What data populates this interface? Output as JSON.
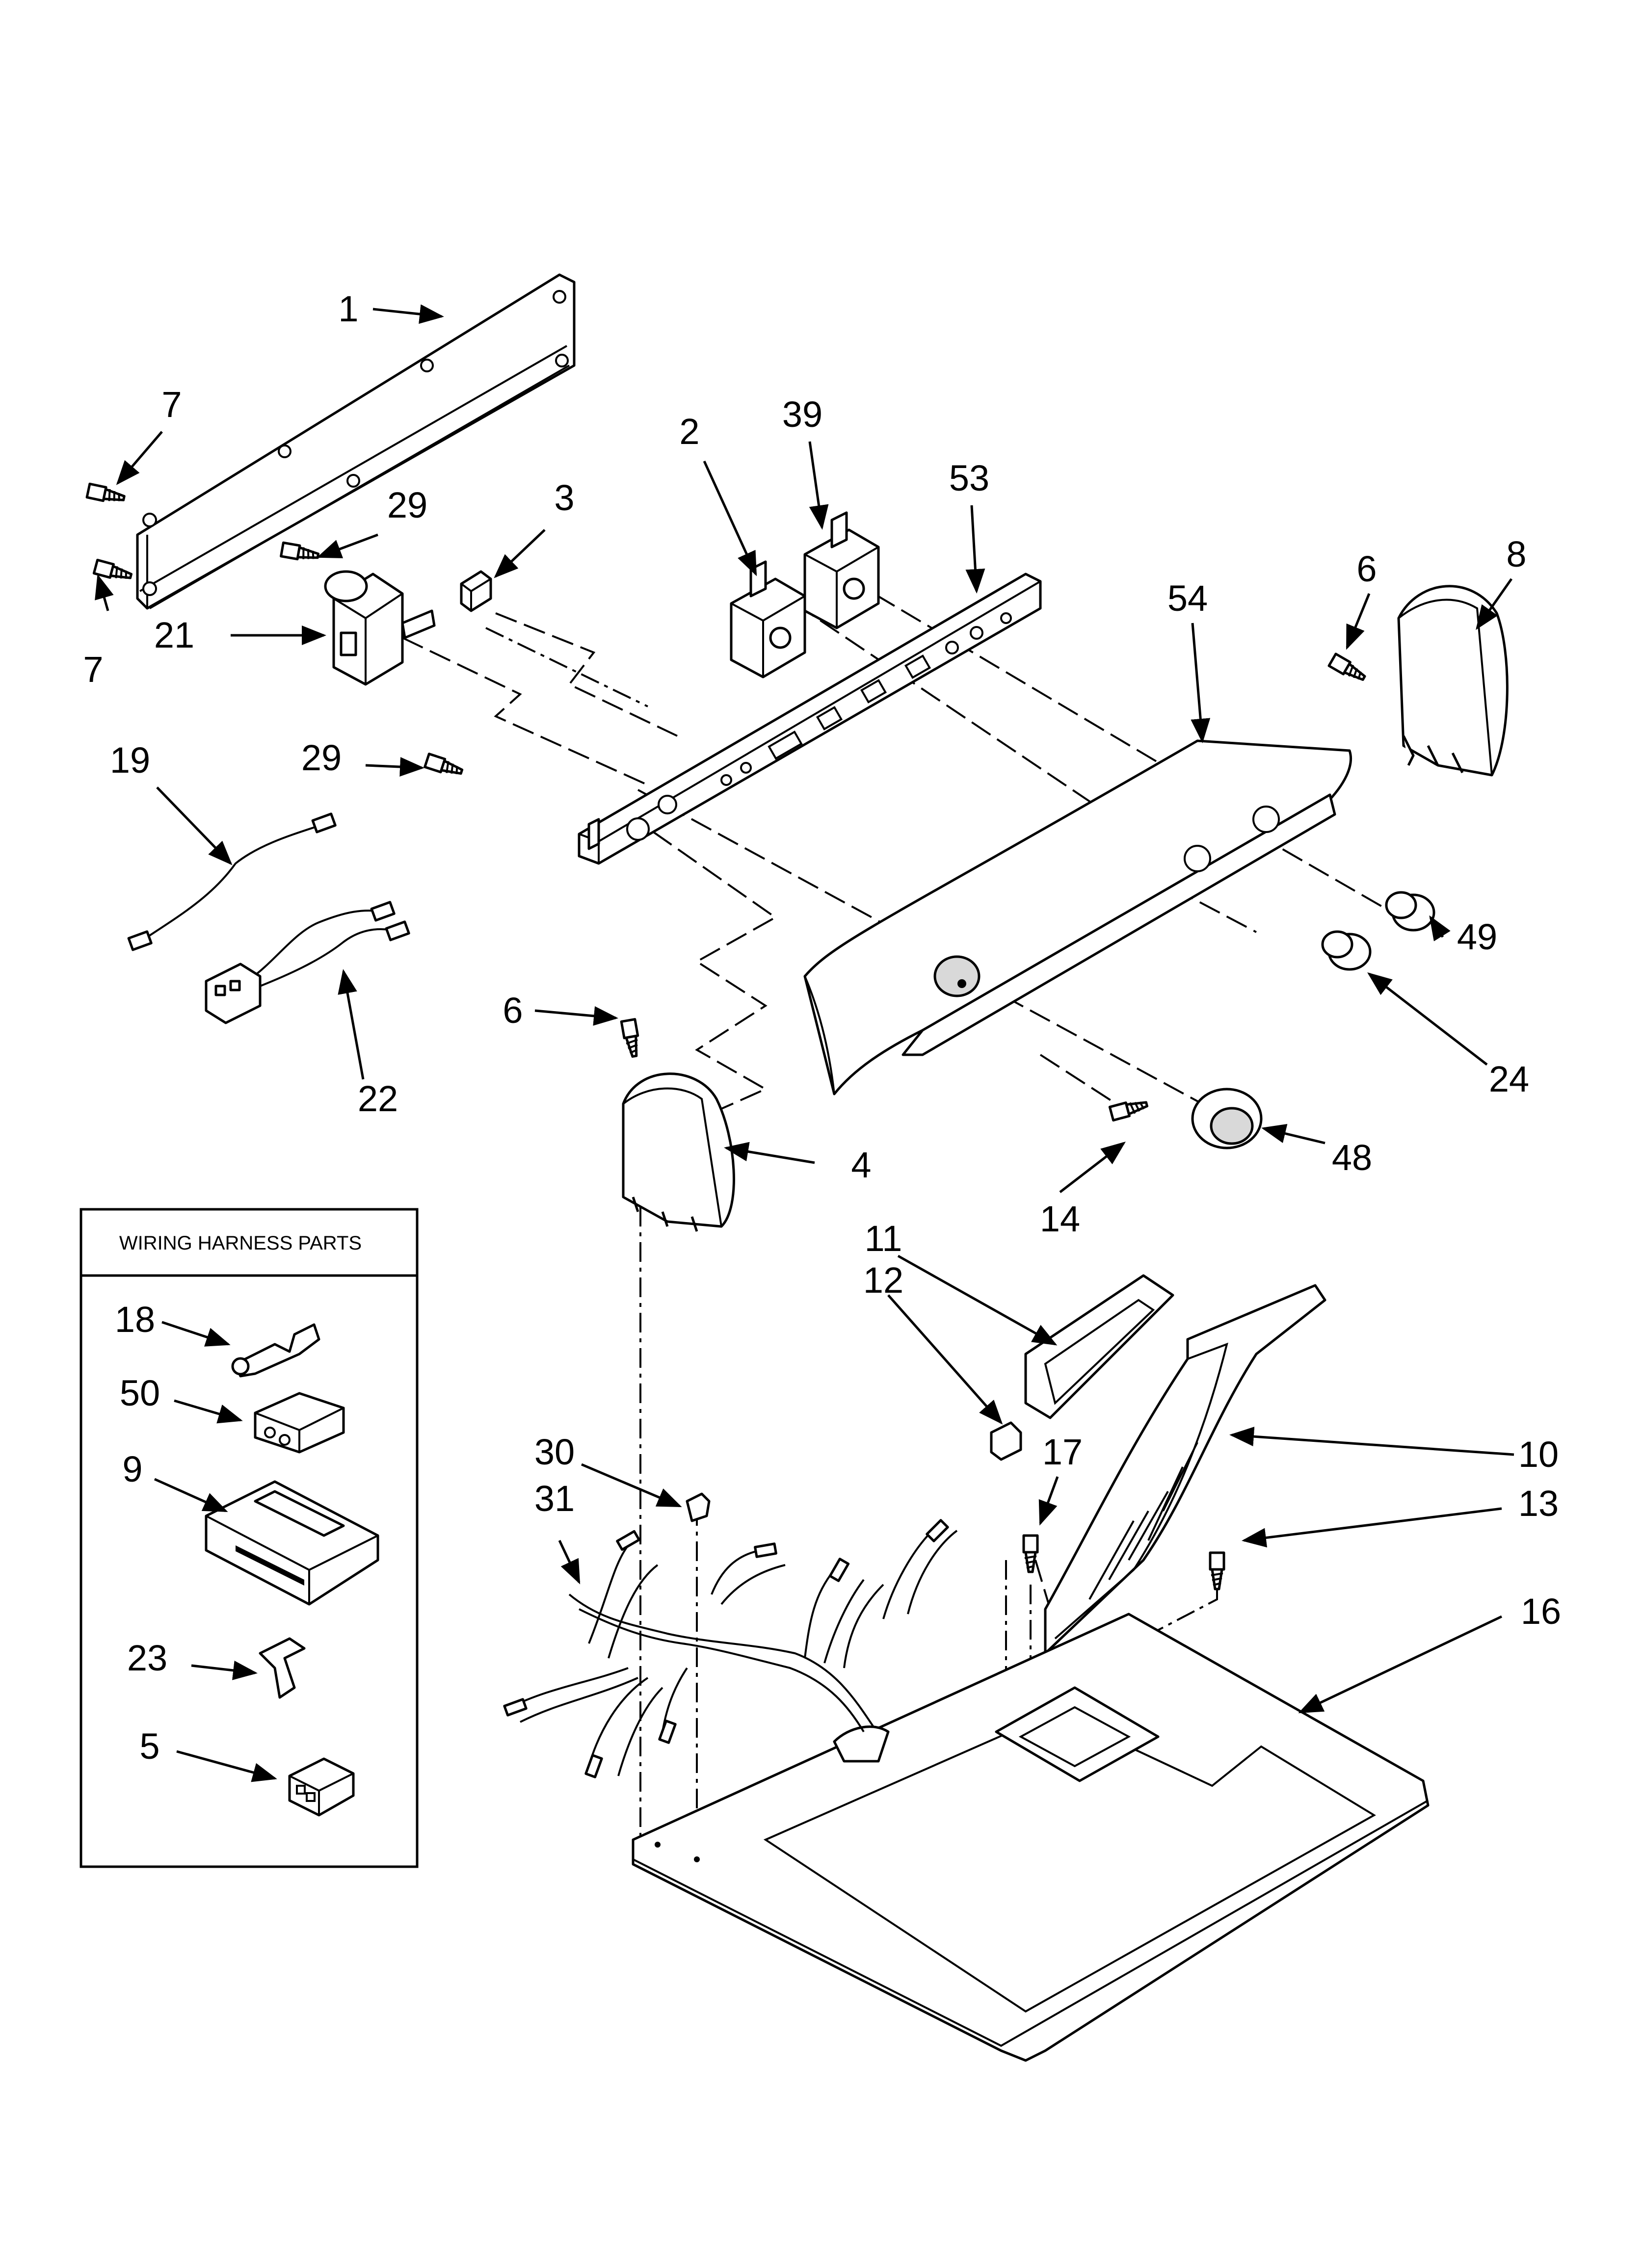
{
  "callouts": {
    "c1": "1",
    "c2": "2",
    "c3": "3",
    "c39": "39",
    "c53": "53",
    "c54": "54",
    "c6a": "6",
    "c8": "8",
    "c7a": "7",
    "c7b": "7",
    "c29a": "29",
    "c29b": "29",
    "c21": "21",
    "c19": "19",
    "c22": "22",
    "c6b": "6",
    "c4": "4",
    "c49": "49",
    "c24": "24",
    "c48": "48",
    "c14": "14",
    "c11": "11",
    "c12": "12",
    "c10": "10",
    "c17": "17",
    "c13": "13",
    "c16": "16",
    "c30": "30",
    "c31": "31"
  },
  "wiring_box": {
    "title": "WIRING HARNESS PARTS",
    "items": [
      "18",
      "50",
      "9",
      "23",
      "5"
    ]
  }
}
